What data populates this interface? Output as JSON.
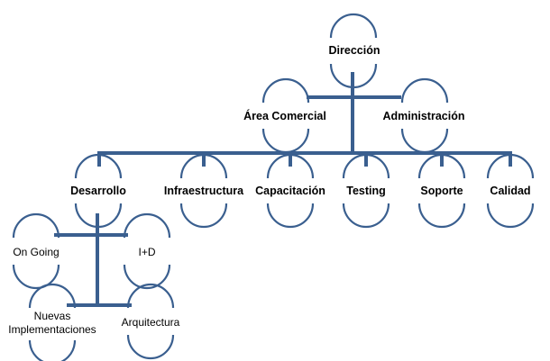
{
  "org_chart": {
    "nodes": {
      "direccion": "Dirección",
      "area_comercial": "Área Comercial",
      "administracion": "Administración",
      "desarrollo": "Desarrollo",
      "infraestructura": "Infraestructura",
      "capacitacion": "Capacitación",
      "testing": "Testing",
      "soporte": "Soporte",
      "calidad": "Calidad",
      "on_going": "On Going",
      "i_mas_d": "I+D",
      "nuevas_implementaciones_line1": "Nuevas",
      "nuevas_implementaciones_line2": "Implementaciones",
      "arquitectura": "Arquitectura"
    },
    "colors": {
      "connector": "#3A5F8F",
      "node_arc": "#3A5F8F",
      "text": "#000000"
    }
  }
}
